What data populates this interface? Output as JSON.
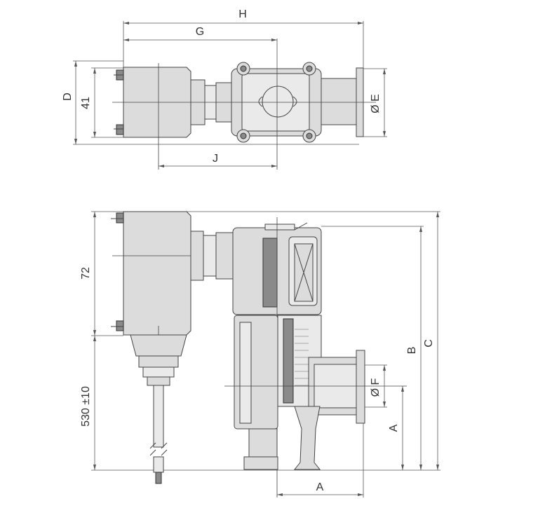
{
  "drawing": {
    "top_view": {
      "dimensions": {
        "H": "H",
        "G": "G",
        "J": "J",
        "D": "D",
        "height_41": "41",
        "diameter_E": "Ø E"
      }
    },
    "side_view": {
      "dimensions": {
        "height_72": "72",
        "cable_length": "530 ±10",
        "A_horizontal": "A",
        "A_vertical": "A",
        "B": "B",
        "C": "C",
        "diameter_F": "Ø F"
      }
    }
  }
}
